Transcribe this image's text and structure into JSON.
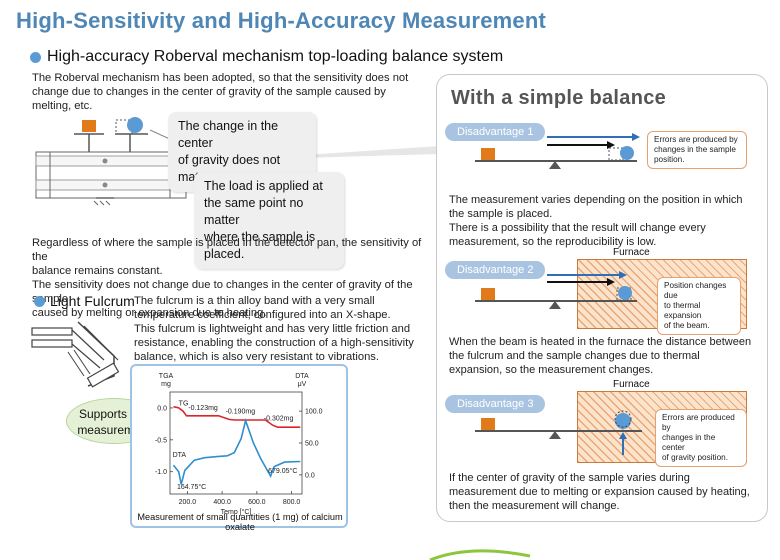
{
  "title": "High-Sensitivity and High-Accuracy Measurement",
  "subtitle": "High-accuracy Roberval mechanism top-loading balance system",
  "intro": {
    "line1": "The Roberval mechanism has been adopted, so that the sensitivity does not",
    "line2": "change due to changes in the center of gravity of the sample caused by",
    "line3": "melting, etc."
  },
  "callout_top": {
    "line1": "The change in the center",
    "line2": "of gravity does not matter."
  },
  "callout_bottom": {
    "line1": "The load is applied at",
    "line2": "the same point no matter",
    "line3": "where the sample is placed."
  },
  "regardless": {
    "line1": "Regardless of where the sample is placed in the detector pan, the sensitivity of the",
    "line2": "balance remains constant.",
    "line3": "The sensitivity does not change due to changes in the center of gravity of the sample",
    "line4": "caused by melting or expansion due to heating."
  },
  "light_fulcrum": {
    "label": "Light Fulcrum",
    "line1": "The fulcrum is a thin alloy band with a very small",
    "line2": "temperature coefficient, configured into an X-shape.",
    "line3": "This fulcrum is lightweight and has very little friction and",
    "line4": "resistance, enabling the construction of a high-sensitivity",
    "line5": "balance, which is also very resistant to vibrations."
  },
  "supports": {
    "line1": "Supports this",
    "line2": "measurement"
  },
  "chart_data": {
    "type": "line",
    "caption": "Measurement of small quantities (1 mg) of calcium oxalate",
    "xlabel": "Temp [°C]",
    "x_ticks": [
      "200.0",
      "400.0",
      "600.0",
      "800.0"
    ],
    "xlim": [
      100,
      860
    ],
    "left_axis": {
      "label_top": "TGA",
      "label_unit": "mg",
      "ticks": [
        "0.0",
        "-0.5",
        "-1.0"
      ],
      "ylim": [
        -1.35,
        0.25
      ]
    },
    "right_axis": {
      "label_top": "DTA",
      "label_unit": "μV",
      "ticks": [
        "100.0",
        "50.0",
        "0.0"
      ]
    },
    "series": [
      {
        "name": "TG",
        "color": "#d9262b",
        "points": [
          [
            120,
            0.02
          ],
          [
            150,
            0.0
          ],
          [
            175,
            -0.05
          ],
          [
            195,
            -0.123
          ],
          [
            380,
            -0.123
          ],
          [
            440,
            -0.18
          ],
          [
            470,
            -0.19
          ],
          [
            650,
            -0.19
          ],
          [
            690,
            -0.27
          ],
          [
            720,
            -0.302
          ],
          [
            850,
            -0.302
          ]
        ]
      },
      {
        "name": "DTA",
        "color": "#2f8fce",
        "points": [
          [
            120,
            -0.9
          ],
          [
            150,
            -1.0
          ],
          [
            164.75,
            -1.2
          ],
          [
            185,
            -0.98
          ],
          [
            240,
            -0.82
          ],
          [
            300,
            -0.78
          ],
          [
            380,
            -0.76
          ],
          [
            430,
            -0.75
          ],
          [
            470,
            -0.7
          ],
          [
            510,
            -0.48
          ],
          [
            535,
            -0.2
          ],
          [
            555,
            -0.35
          ],
          [
            580,
            -0.55
          ],
          [
            620,
            -0.78
          ],
          [
            660,
            -0.98
          ],
          [
            679.05,
            -1.07
          ],
          [
            700,
            -0.92
          ],
          [
            760,
            -0.85
          ],
          [
            850,
            -0.84
          ]
        ]
      }
    ],
    "annotations": [
      "-0.123mg",
      "-0.190mg",
      "-0.302mg",
      "164.75°C",
      "679.05°C"
    ],
    "series_labels": {
      "tg": "TG",
      "dta": "DTA"
    }
  },
  "right": {
    "title": "With a simple balance",
    "d1": {
      "label": "Disadvantage 1",
      "note": [
        "Errors are produced by",
        "changes in the sample",
        "position."
      ],
      "text": [
        "The measurement varies depending on the position in which",
        "the sample is placed.",
        "There is a possibility that the result will change every",
        "measurement, so the reproducibility is low."
      ]
    },
    "d2": {
      "label": "Disadvantage 2",
      "furnace": "Furnace",
      "note": [
        "Position changes due",
        "to thermal expansion",
        "of the beam."
      ],
      "text": [
        "When the beam is heated in the furnace the distance between",
        "the fulcrum and the sample changes due to thermal",
        "expansion, so the measurement changes."
      ]
    },
    "d3": {
      "label": "Disadvantage 3",
      "furnace": "Furnace",
      "note": [
        "Errors are produced by",
        "changes in the center",
        "of gravity position."
      ],
      "text": [
        "If the center of gravity of the sample varies during",
        "measurement due to melting or expansion caused by heating,",
        "then the measurement will change."
      ]
    }
  },
  "colors": {
    "title_blue": "#4e86b5",
    "sample_orange": "#e07a1a",
    "sample_blue": "#5b9bd5",
    "arrow_blue": "#2f6fb5",
    "hatch_orange": "#dc7832",
    "note_border": "#e8a070"
  }
}
